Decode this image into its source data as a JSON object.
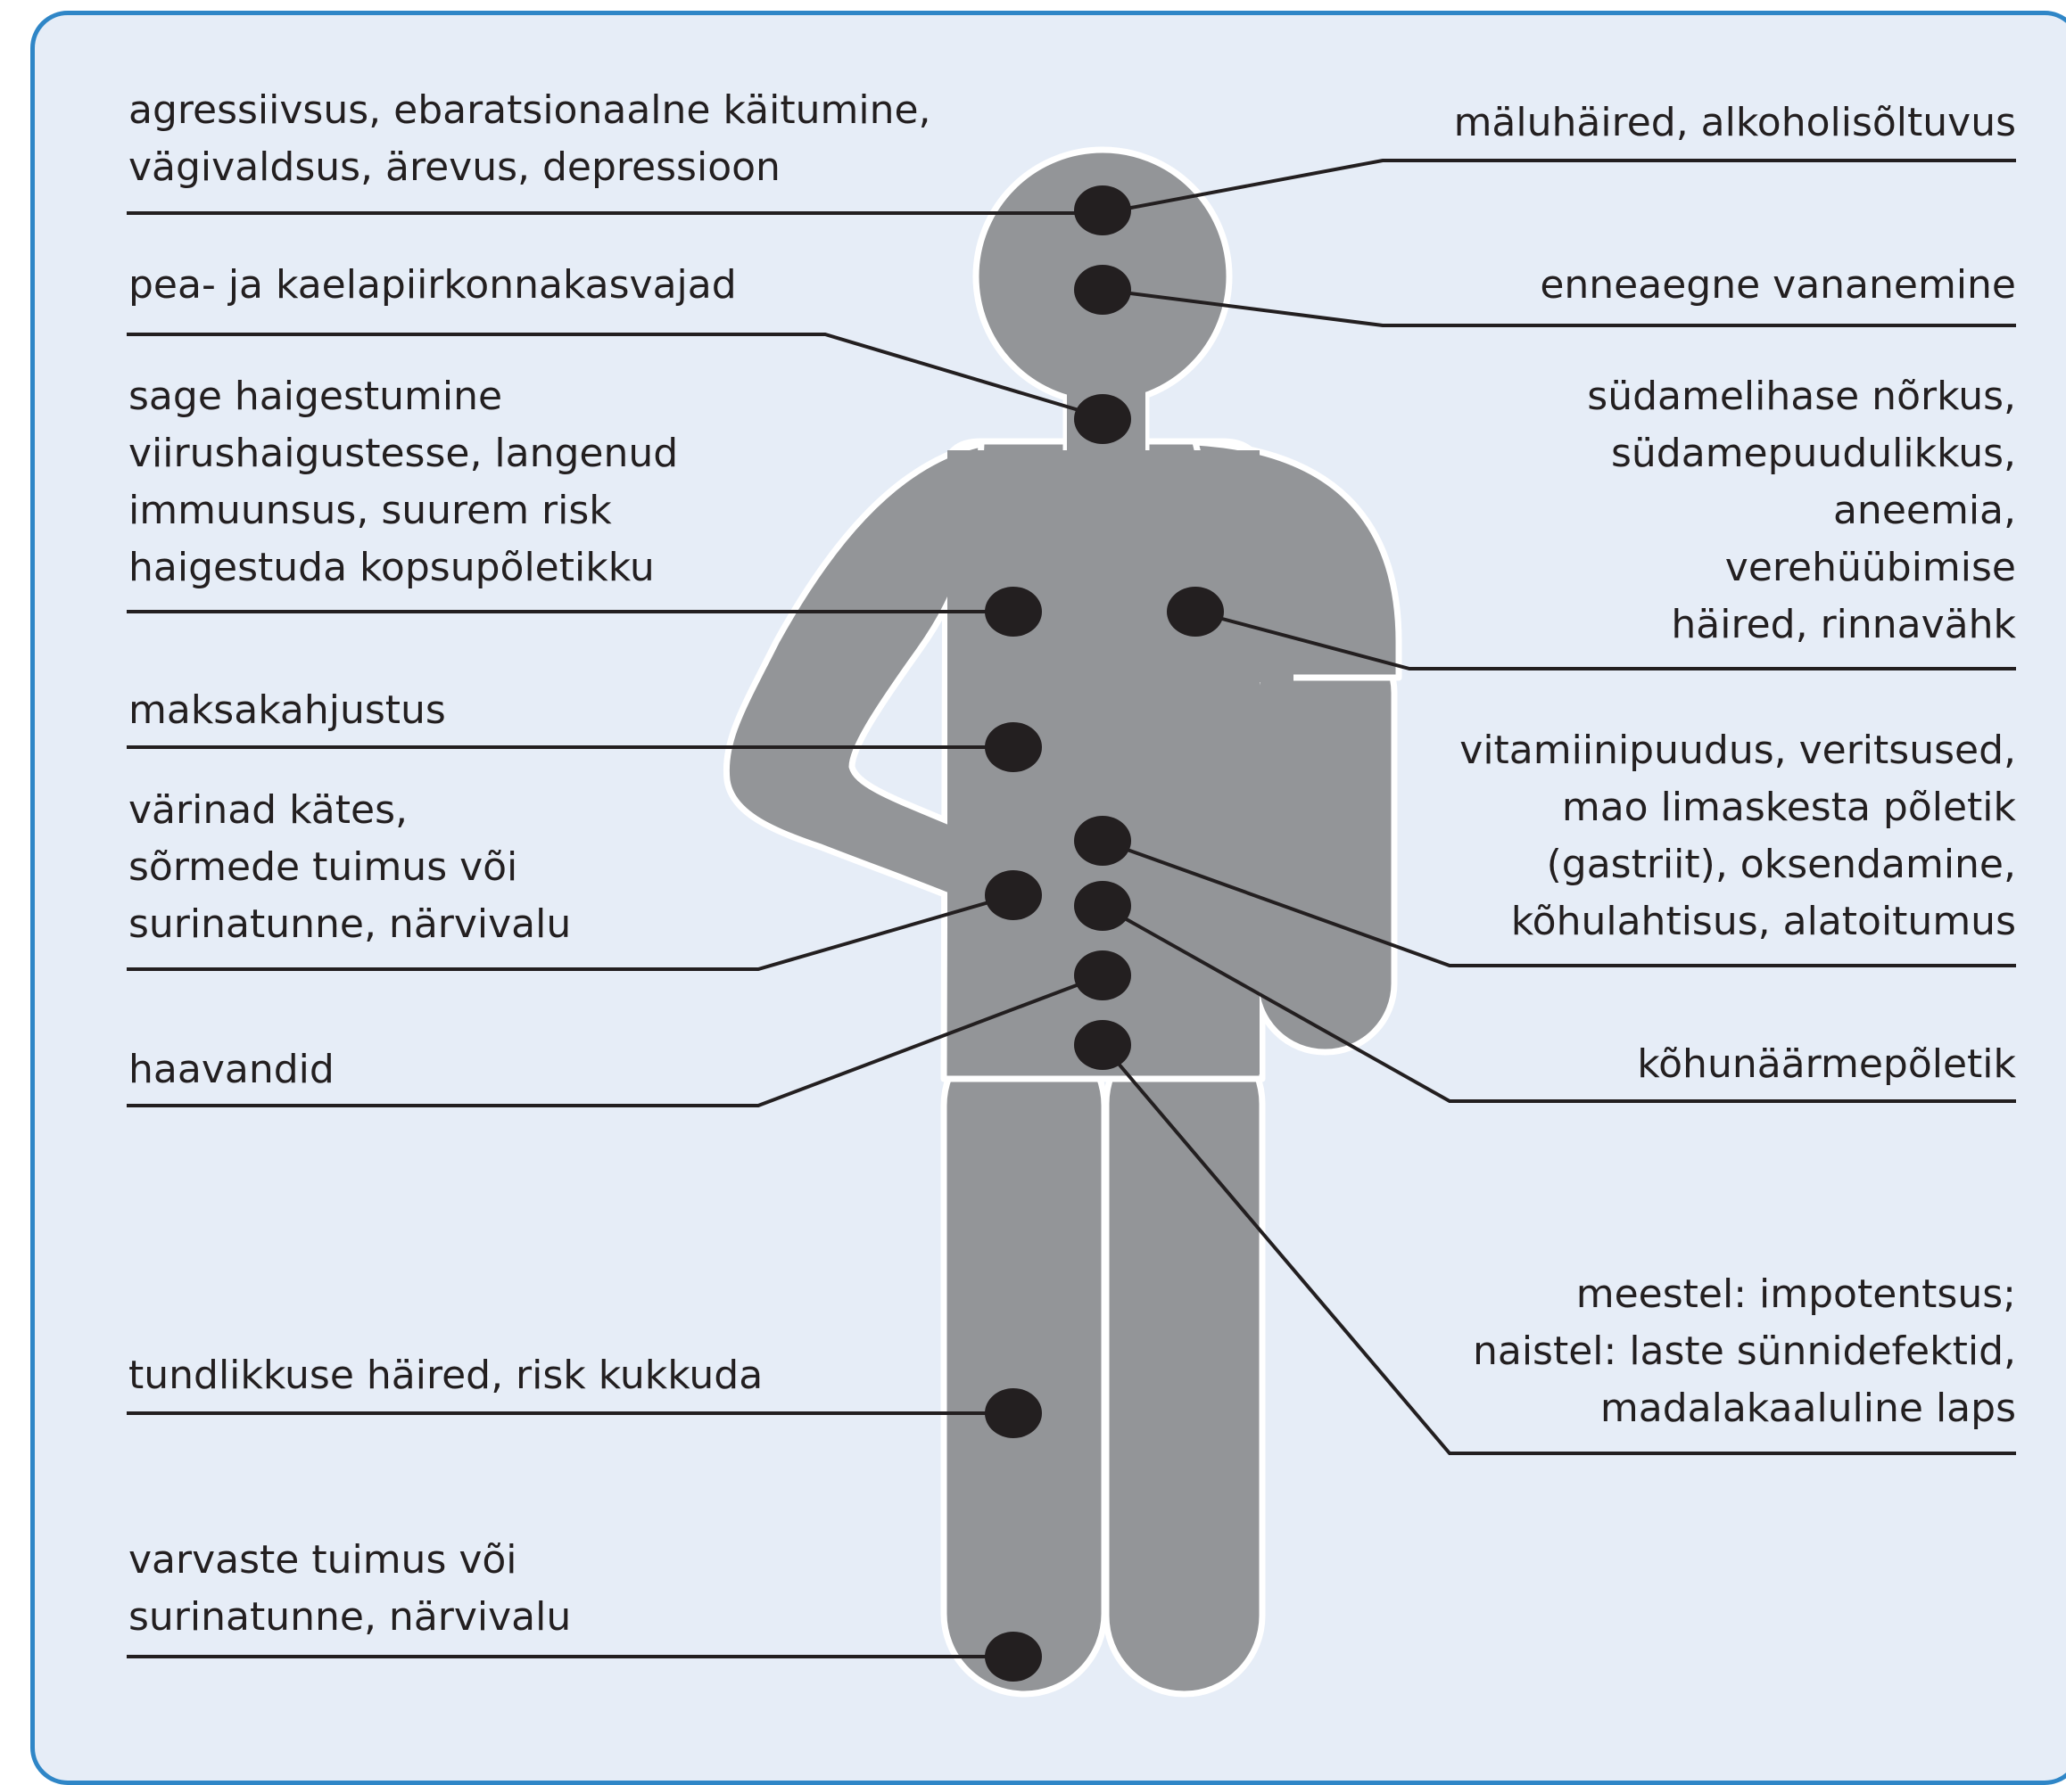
{
  "colors": {
    "background": "#e6edf7",
    "frame": "#2f86c7",
    "figure": "#939598",
    "outline": "#ffffff",
    "dot": "#231f20",
    "text": "#231f20"
  },
  "labels": {
    "left": [
      {
        "id": "mental",
        "text": "agressiivsus, ebaratsionaalne käitumine,\nvägivaldsus, ärevus, depressioon"
      },
      {
        "id": "head-neck",
        "text": "pea- ja kaelapiirkonnakasvajad"
      },
      {
        "id": "immunity",
        "text": "sage haigestumine\nviirushaigustesse, langenud\nimmuunsus, suurem risk\nhaigestuda kopsupõletikku"
      },
      {
        "id": "liver",
        "text": "maksakahjustus"
      },
      {
        "id": "hands",
        "text": "värinad kätes,\nsõrmede tuimus või\nsurinatunne, närvivalu"
      },
      {
        "id": "ulcers",
        "text": "haavandid"
      },
      {
        "id": "sensation",
        "text": "tundlikkuse häired, risk kukkuda"
      },
      {
        "id": "toes",
        "text": "varvaste tuimus või\nsurinatunne, närvivalu"
      }
    ],
    "right": [
      {
        "id": "memory",
        "text": "mäluhäired, alkoholisõltuvus"
      },
      {
        "id": "aging",
        "text": "enneaegne vananemine"
      },
      {
        "id": "heart",
        "text": "südamelihase nõrkus,\nsüdamepuudulikkus,\naneemia,\nverehüübimise\nhäired, rinnavähk"
      },
      {
        "id": "stomach",
        "text": "vitamiinipuudus, veritsused,\nmao limaskesta põletik\n(gastriit), oksendamine,\nkõhulahtisus, alatoitumus"
      },
      {
        "id": "pancreas",
        "text": "kõhunäärmepõletik"
      },
      {
        "id": "reproductive",
        "text": "meestel: impotentsus;\nnaistel: laste sünnidefektid,\nmadalakaaluline laps"
      }
    ]
  }
}
